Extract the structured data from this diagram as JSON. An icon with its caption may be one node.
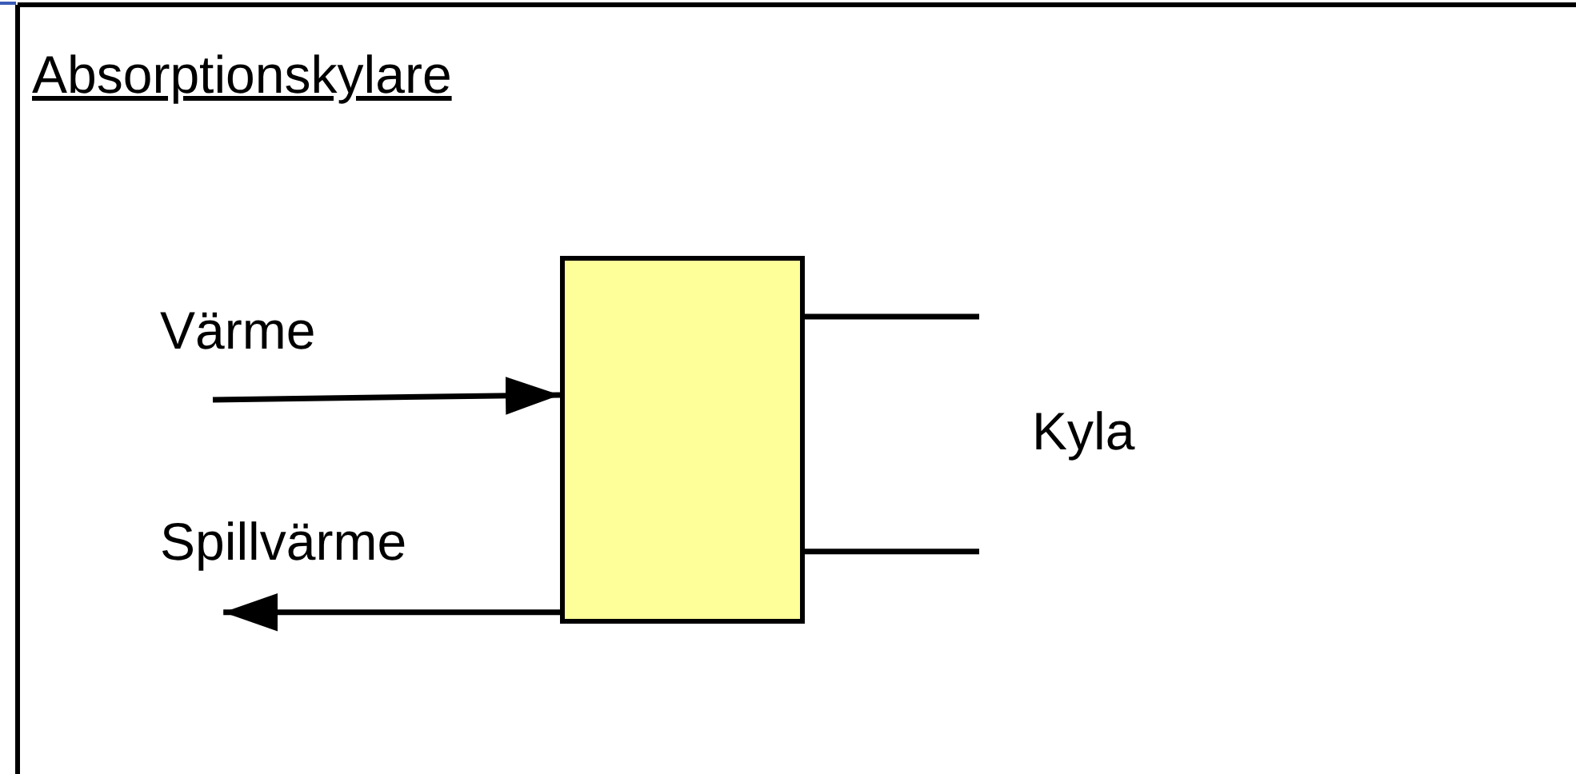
{
  "diagram": {
    "title": "Absorptionskylare",
    "nodes": [
      {
        "text": [],
        "shape": "box"
      },
      {
        "text": [
          "Värme"
        ]
      },
      {
        "text": [
          "Spillvärme"
        ]
      },
      {
        "text": [
          "Kyla"
        ]
      }
    ],
    "edges": [
      {
        "from": 1,
        "to": 0,
        "arrow": "to"
      },
      {
        "from": 0,
        "to": 2,
        "arrow": "to"
      },
      {
        "from": 0,
        "to": 3,
        "arrow": "none"
      },
      {
        "from": 0,
        "to": 3,
        "arrow": "none"
      }
    ]
  }
}
